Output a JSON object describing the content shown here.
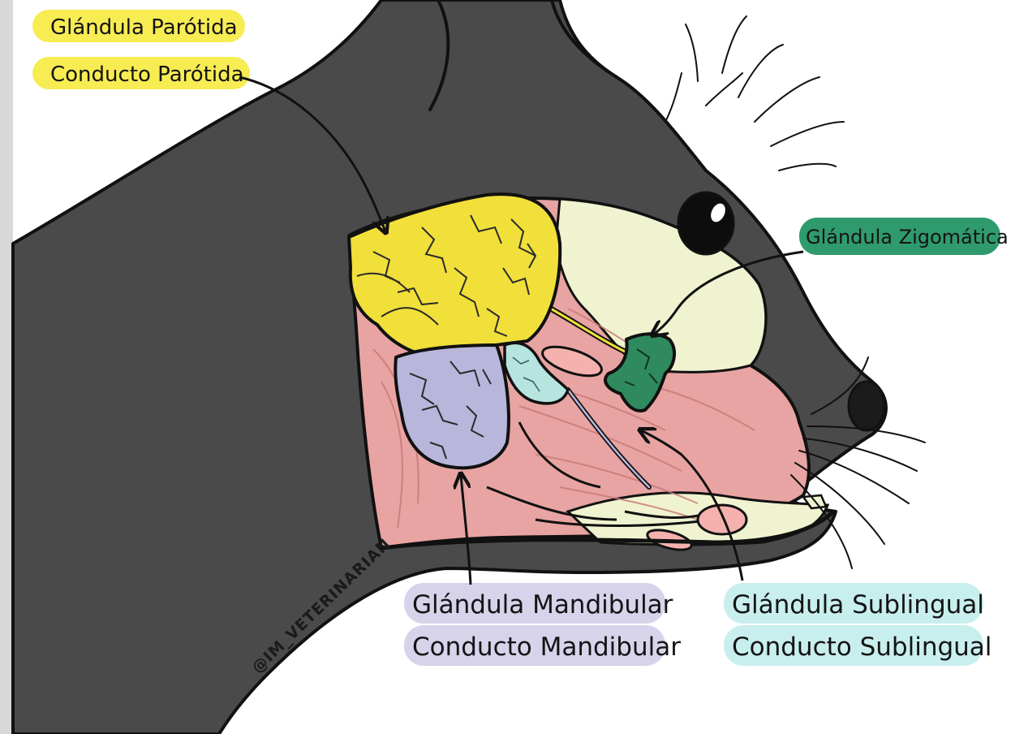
{
  "labels": {
    "parotid_gland": "Glándula Parótida",
    "parotid_duct": "Conducto Parótida",
    "zygomatic_gland": "Glándula Zigomática",
    "mandibular_gland": "Glándula Mandibular",
    "mandibular_duct": "Conducto Mandibular",
    "sublingual_gland": "Glándula Sublingual",
    "sublingual_duct": "Conducto Sublingual"
  },
  "watermark": "@IM_VETERINARIAN",
  "colors": {
    "skin": "#4a4a4a",
    "parotid": "#f1df3a",
    "zygomatic": "#2f8a5f",
    "zygomatic_label_bg": "#2f9a6e",
    "mandibular": "#b9b6dc",
    "mandibular_label_bg": "#d6d3ea",
    "sublingual": "#b6e4df",
    "sublingual_label_bg": "#c8efee",
    "parotid_label_bg": "#f7ec52",
    "muscle": "#e9a8a6",
    "mucosa": "#f1f4cf"
  }
}
